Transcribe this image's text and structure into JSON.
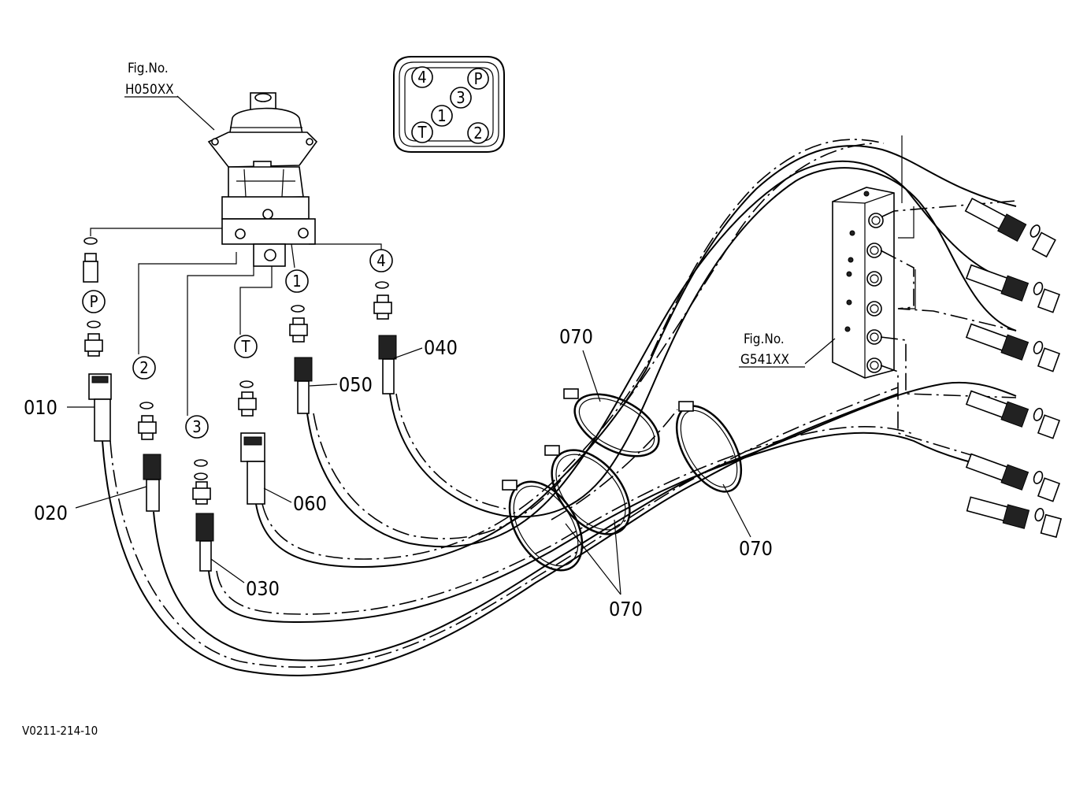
{
  "figure_refs": {
    "valve": {
      "line1": "Fig.No.",
      "line2": "H050XX"
    },
    "block": {
      "line1": "Fig.No.",
      "line2": "G541XX"
    }
  },
  "port_key": {
    "p": "P",
    "t": "T",
    "n1": "1",
    "n2": "2",
    "n3": "3",
    "n4": "4"
  },
  "port_markers": {
    "p": "P",
    "t": "T",
    "n1": "1",
    "n2": "2",
    "n3": "3",
    "n4": "4"
  },
  "parts": {
    "p010": "010",
    "p020": "020",
    "p030": "030",
    "p040": "040",
    "p050": "050",
    "p060": "060",
    "p070": "070"
  },
  "drawing_code": "V0211-214-10"
}
